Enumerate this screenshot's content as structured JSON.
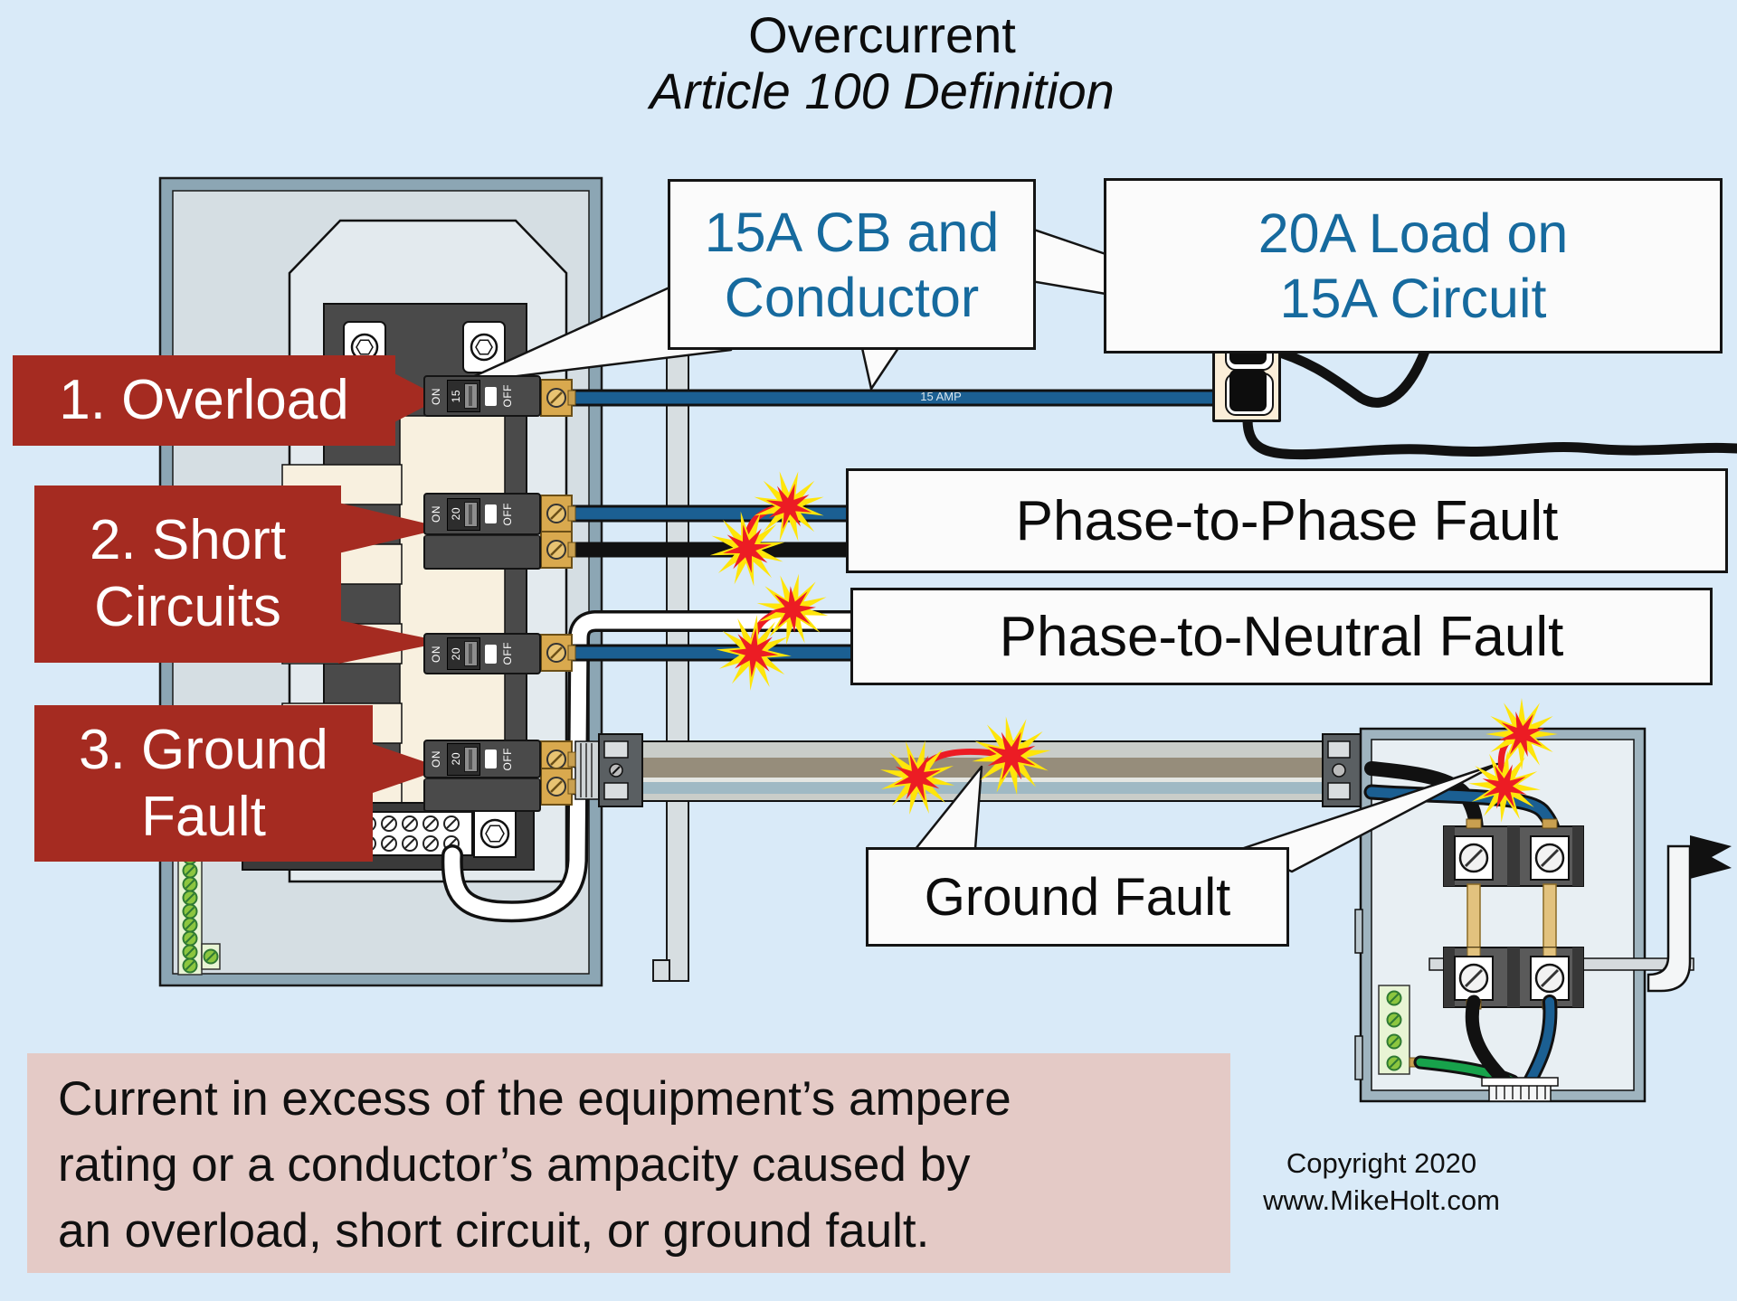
{
  "title": {
    "line1": "Overcurrent",
    "line2": "Article 100 Definition"
  },
  "callouts": {
    "cb": {
      "line1": "15A CB and",
      "line2": "Conductor"
    },
    "load": {
      "line1": "20A Load on",
      "line2": "15A Circuit"
    }
  },
  "cause_labels": [
    {
      "lines": [
        "1. Overload"
      ]
    },
    {
      "lines": [
        "2. Short",
        "Circuits"
      ]
    },
    {
      "lines": [
        "3. Ground",
        "Fault"
      ]
    }
  ],
  "fault_labels": {
    "phase_to_phase": "Phase-to-Phase Fault",
    "phase_to_neutral": "Phase-to-Neutral Fault",
    "ground": "Ground Fault"
  },
  "wire_label": "15 AMP",
  "breakers": [
    {
      "on": "ON",
      "amp": "15",
      "off": "OFF",
      "poles": 1
    },
    {
      "on": "ON",
      "amp": "20",
      "off": "OFF",
      "poles": 2
    },
    {
      "on": "ON",
      "amp": "20",
      "off": "OFF",
      "poles": 1
    },
    {
      "on": "ON",
      "amp": "20",
      "off": "OFF",
      "poles": 2
    }
  ],
  "definition": {
    "line1": "Current in excess of the equipment’s ampere",
    "line2": "rating or a conductor’s ampacity caused by",
    "line3": "an overload, short circuit, or ground fault."
  },
  "copyright": {
    "line1": "Copyright 2020",
    "line2": "www.MikeHolt.com"
  },
  "colors": {
    "background": "#D9EAF8",
    "label_red": "#A52B21",
    "callout_text_blue": "#166A9E",
    "wire_blue": "#1B5F92",
    "spark_yellow": "#FFE50A",
    "spark_red": "#EC1C24",
    "panel_steel": "#8CA6B4",
    "dead_front_cream": "#F8F0DF",
    "pink_box": "#E4CAC6",
    "conduit_band": "#968D7B",
    "brass": "#D9A94E",
    "green_wire": "#17A24B"
  }
}
